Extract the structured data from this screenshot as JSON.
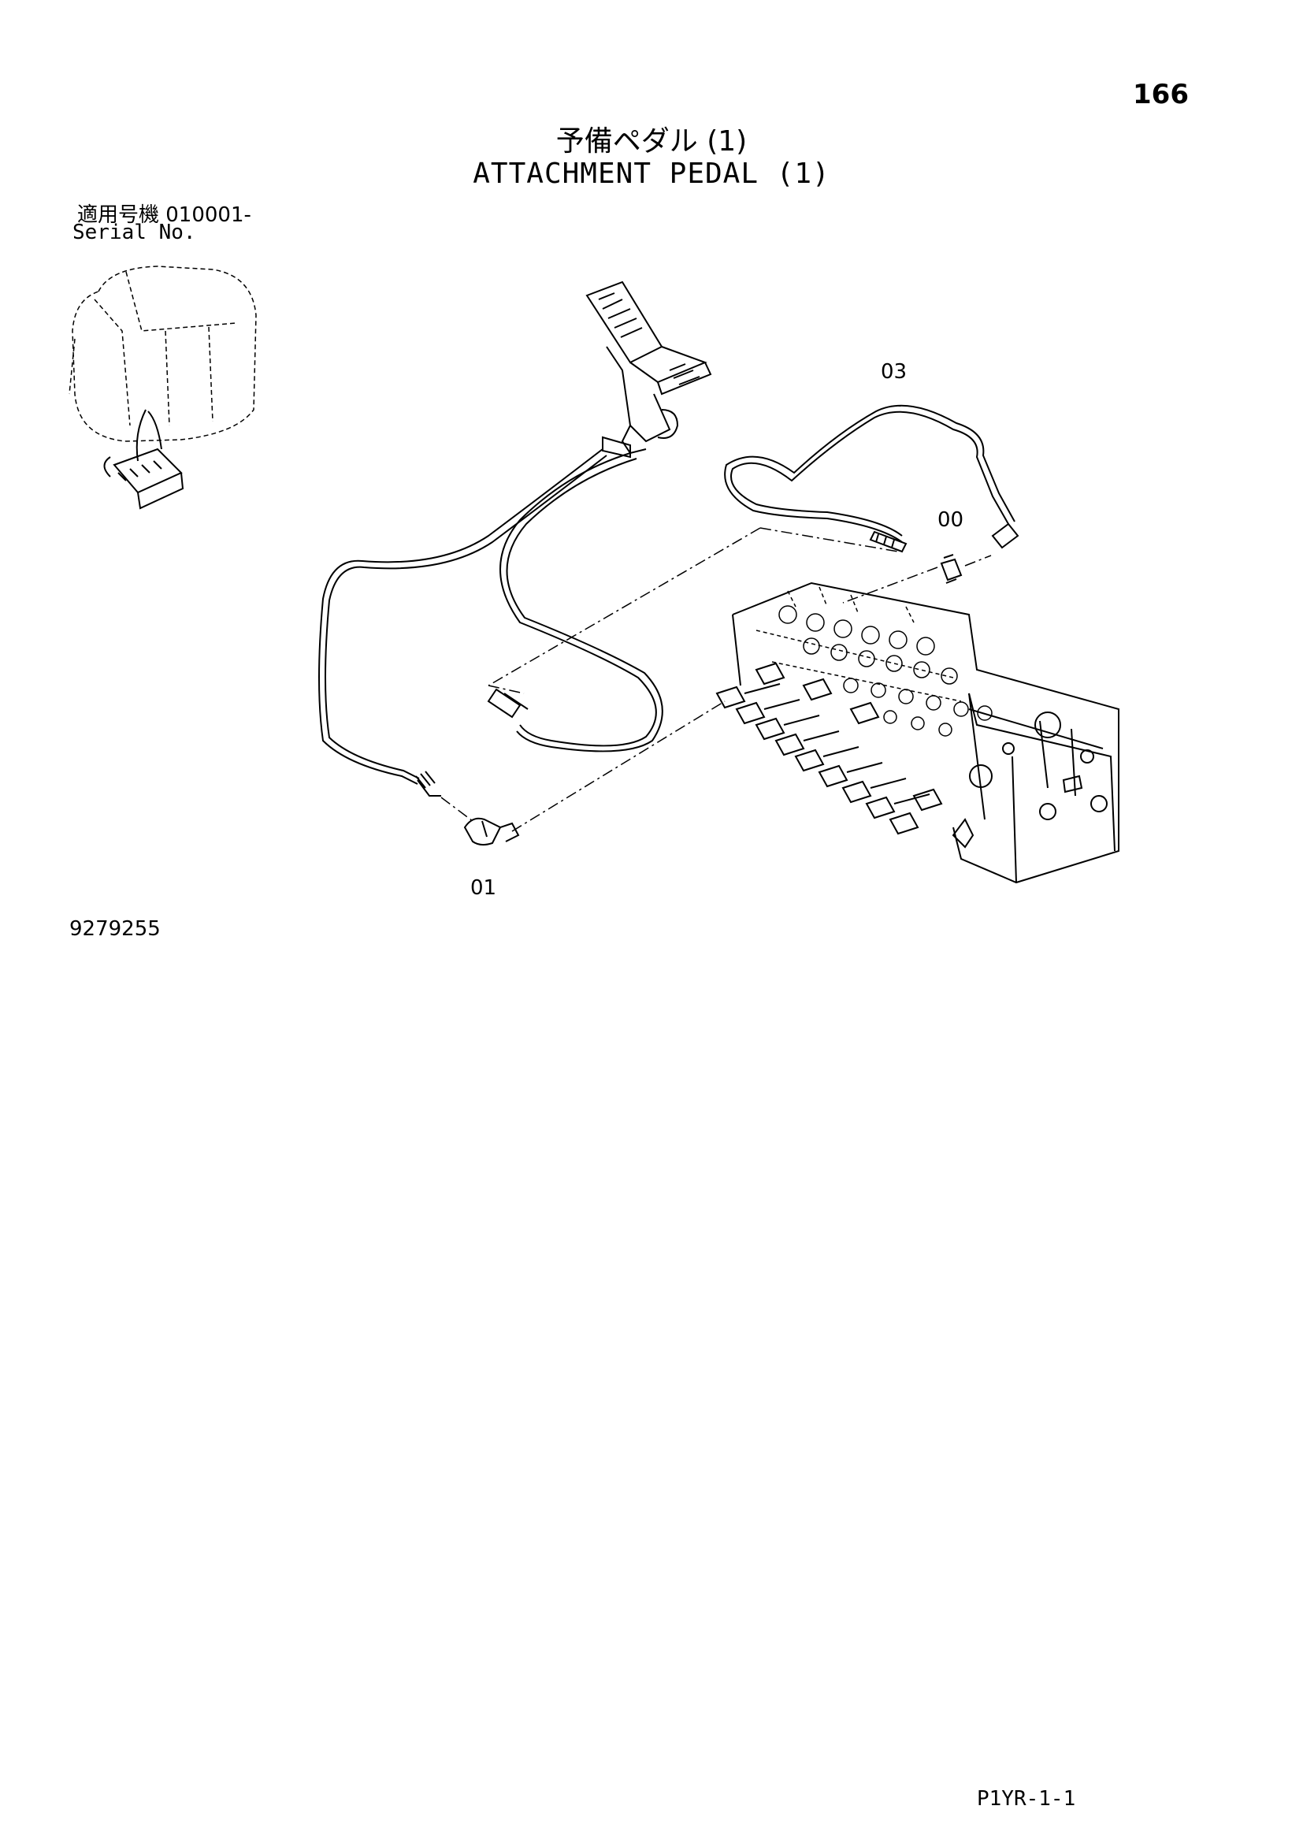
{
  "header": {
    "page_number": "166",
    "title_jp": "予備ペダル (1)",
    "title_en": "ATTACHMENT PEDAL (1)"
  },
  "serial": {
    "label_jp": "適用号機  010001-",
    "label_en": "Serial No."
  },
  "callouts": {
    "c03": "03",
    "c00": "00",
    "c01": "01"
  },
  "drawing_number": "9279255",
  "footer": {
    "code": "P1YR-1-1"
  },
  "colors": {
    "line": "#000000",
    "background": "#ffffff"
  }
}
